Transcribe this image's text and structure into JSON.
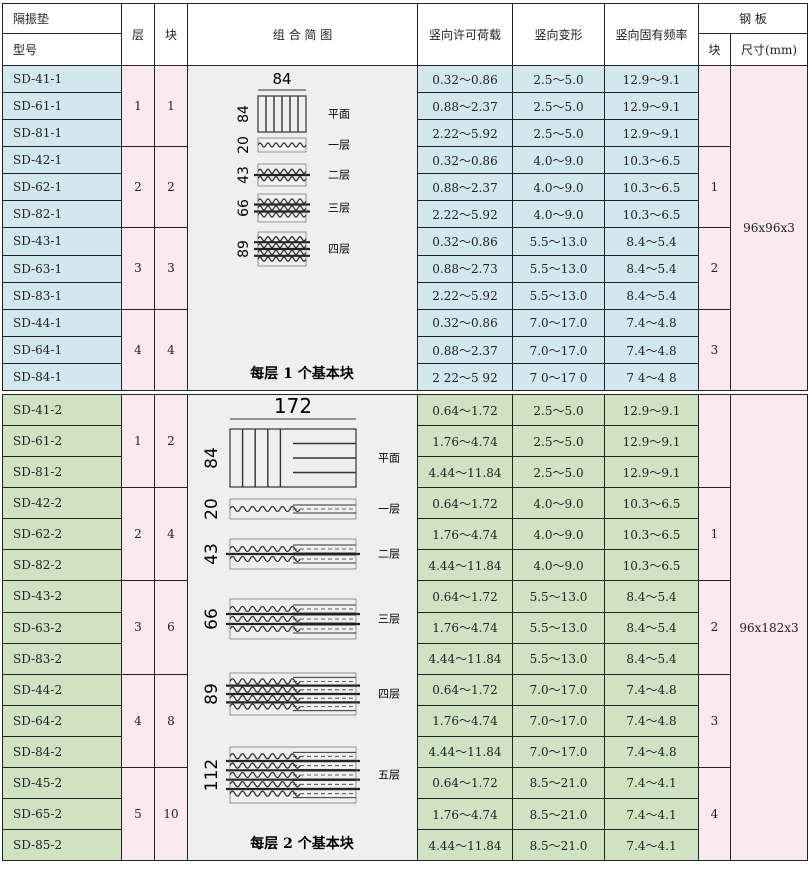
{
  "header": {
    "col_model_top": "隔振垫",
    "col_model_bottom": "型号",
    "col_layers": "层",
    "col_blocks": "块",
    "col_diagram": "组 合 简 图",
    "col_load": "竖向许可荷载",
    "col_deform": "竖向变形",
    "col_freq": "竖向固有频率",
    "col_steel_top": "钢 板",
    "col_steel_blocks": "块",
    "col_steel_size": "尺寸(mm)"
  },
  "group1": {
    "caption": "每层 1 个基本块",
    "steel_size": "96x96x3",
    "diagram": {
      "width_label": "84",
      "heights": [
        "84",
        "20",
        "43",
        "66",
        "89"
      ],
      "layer_labels": [
        "平面",
        "一层",
        "二层",
        "三层",
        "四层"
      ]
    },
    "layer_groups": [
      {
        "layers": "1",
        "blocks": "1",
        "steel_blocks": ""
      },
      {
        "layers": "2",
        "blocks": "2",
        "steel_blocks": "1"
      },
      {
        "layers": "3",
        "blocks": "3",
        "steel_blocks": "2"
      },
      {
        "layers": "4",
        "blocks": "4",
        "steel_blocks": "3"
      }
    ],
    "rows": [
      {
        "model": "SD-41-1",
        "load": "0.32～0.86",
        "deform": "2.5～5.0",
        "freq": "12.9～9.1"
      },
      {
        "model": "SD-61-1",
        "load": "0.88～2.37",
        "deform": "2.5～5.0",
        "freq": "12.9～9.1"
      },
      {
        "model": "SD-81-1",
        "load": "2.22～5.92",
        "deform": "2.5～5.0",
        "freq": "12.9～9.1"
      },
      {
        "model": "SD-42-1",
        "load": "0.32～0.86",
        "deform": "4.0～9.0",
        "freq": "10.3～6.5"
      },
      {
        "model": "SD-62-1",
        "load": "0.88～2.37",
        "deform": "4.0～9.0",
        "freq": "10.3～6.5"
      },
      {
        "model": "SD-82-1",
        "load": "2.22～5.92",
        "deform": "4.0～9.0",
        "freq": "10.3～6.5"
      },
      {
        "model": "SD-43-1",
        "load": "0.32～0.86",
        "deform": "5.5～13.0",
        "freq": "8.4～5.4"
      },
      {
        "model": "SD-63-1",
        "load": "0.88～2.73",
        "deform": "5.5～13.0",
        "freq": "8.4～5.4"
      },
      {
        "model": "SD-83-1",
        "load": "2.22～5.92",
        "deform": "5.5～13.0",
        "freq": "8.4～5.4"
      },
      {
        "model": "SD-44-1",
        "load": "0.32～0.86",
        "deform": "7.0～17.0",
        "freq": "7.4～4.8"
      },
      {
        "model": "SD-64-1",
        "load": "0.88～2.37",
        "deform": "7.0～17.0",
        "freq": "7.4～4.8"
      },
      {
        "model": "SD-84-1",
        "load": "2 22～5 92",
        "deform": "7 0～17 0",
        "freq": "7 4～4 8"
      }
    ]
  },
  "group2": {
    "caption": "每层 2 个基本块",
    "steel_size": "96x182x3",
    "diagram": {
      "width_label": "172",
      "heights": [
        "84",
        "20",
        "43",
        "66",
        "89",
        "112"
      ],
      "layer_labels": [
        "平面",
        "一层",
        "二层",
        "三层",
        "四层",
        "五层"
      ]
    },
    "layer_groups": [
      {
        "layers": "1",
        "blocks": "2",
        "steel_blocks": ""
      },
      {
        "layers": "2",
        "blocks": "4",
        "steel_blocks": "1"
      },
      {
        "layers": "3",
        "blocks": "6",
        "steel_blocks": "2"
      },
      {
        "layers": "4",
        "blocks": "8",
        "steel_blocks": "3"
      },
      {
        "layers": "5",
        "blocks": "10",
        "steel_blocks": "4"
      }
    ],
    "rows": [
      {
        "model": "SD-41-2",
        "load": "0.64～1.72",
        "deform": "2.5～5.0",
        "freq": "12.9～9.1"
      },
      {
        "model": "SD-61-2",
        "load": "1.76～4.74",
        "deform": "2.5～5.0",
        "freq": "12.9～9.1"
      },
      {
        "model": "SD-81-2",
        "load": "4.44～11.84",
        "deform": "2.5～5.0",
        "freq": "12.9～9.1"
      },
      {
        "model": "SD-42-2",
        "load": "0.64～1.72",
        "deform": "4.0～9.0",
        "freq": "10.3～6.5"
      },
      {
        "model": "SD-62-2",
        "load": "1.76～4.74",
        "deform": "4.0～9.0",
        "freq": "10.3～6.5"
      },
      {
        "model": "SD-82-2",
        "load": "4.44～11.84",
        "deform": "4.0～9.0",
        "freq": "10.3～6.5"
      },
      {
        "model": "SD-43-2",
        "load": "0.64～1.72",
        "deform": "5.5～13.0",
        "freq": "8.4～5.4"
      },
      {
        "model": "SD-63-2",
        "load": "1.76～4.74",
        "deform": "5.5～13.0",
        "freq": "8.4～5.4"
      },
      {
        "model": "SD-83-2",
        "load": "4.44～11.84",
        "deform": "5.5～13.0",
        "freq": "8.4～5.4"
      },
      {
        "model": "SD-44-2",
        "load": "0.64～1.72",
        "deform": "7.0～17.0",
        "freq": "7.4～4.8"
      },
      {
        "model": "SD-64-2",
        "load": "1.76～4.74",
        "deform": "7.0～17.0",
        "freq": "7.4～4.8"
      },
      {
        "model": "SD-84-2",
        "load": "4.44～11.84",
        "deform": "7.0～17.0",
        "freq": "7.4～4.8"
      },
      {
        "model": "SD-45-2",
        "load": "0.64～1.72",
        "deform": "8.5～21.0",
        "freq": "7.4～4.1"
      },
      {
        "model": "SD-65-2",
        "load": "1.76～4.74",
        "deform": "8.5～21.0",
        "freq": "7.4～4.1"
      },
      {
        "model": "SD-85-2",
        "load": "4.44～11.84",
        "deform": "8.5～21.0",
        "freq": "7.4～4.1"
      }
    ]
  }
}
